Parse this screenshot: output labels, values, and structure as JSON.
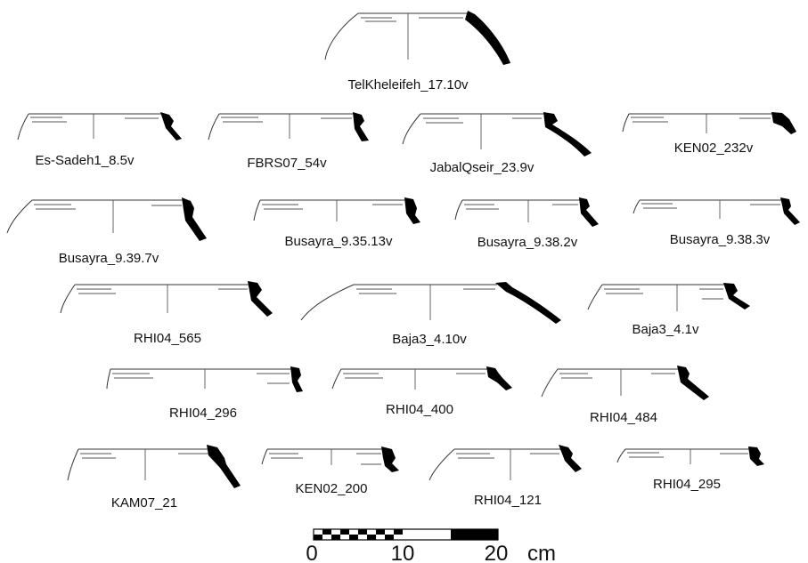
{
  "sherds": [
    {
      "id": "TelKheleifeh_17.10v"
    },
    {
      "id": "Es-Sadeh1_8.5v"
    },
    {
      "id": "FBRS07_54v"
    },
    {
      "id": "JabalQseir_23.9v"
    },
    {
      "id": "KEN02_232v"
    },
    {
      "id": "Busayra_9.39.7v"
    },
    {
      "id": "Busayra_9.35.13v"
    },
    {
      "id": "Busayra_9.38.2v"
    },
    {
      "id": "Busayra_9.38.3v"
    },
    {
      "id": "RHI04_565"
    },
    {
      "id": "Baja3_4.10v"
    },
    {
      "id": "Baja3_4.1v"
    },
    {
      "id": "RHI04_296"
    },
    {
      "id": "RHI04_400"
    },
    {
      "id": "RHI04_484"
    },
    {
      "id": "KAM07_21"
    },
    {
      "id": "KEN02_200"
    },
    {
      "id": "RHI04_121"
    },
    {
      "id": "RHI04_295"
    }
  ],
  "scale_bar": {
    "labels": [
      "0",
      "10",
      "20"
    ],
    "unit": "cm"
  }
}
